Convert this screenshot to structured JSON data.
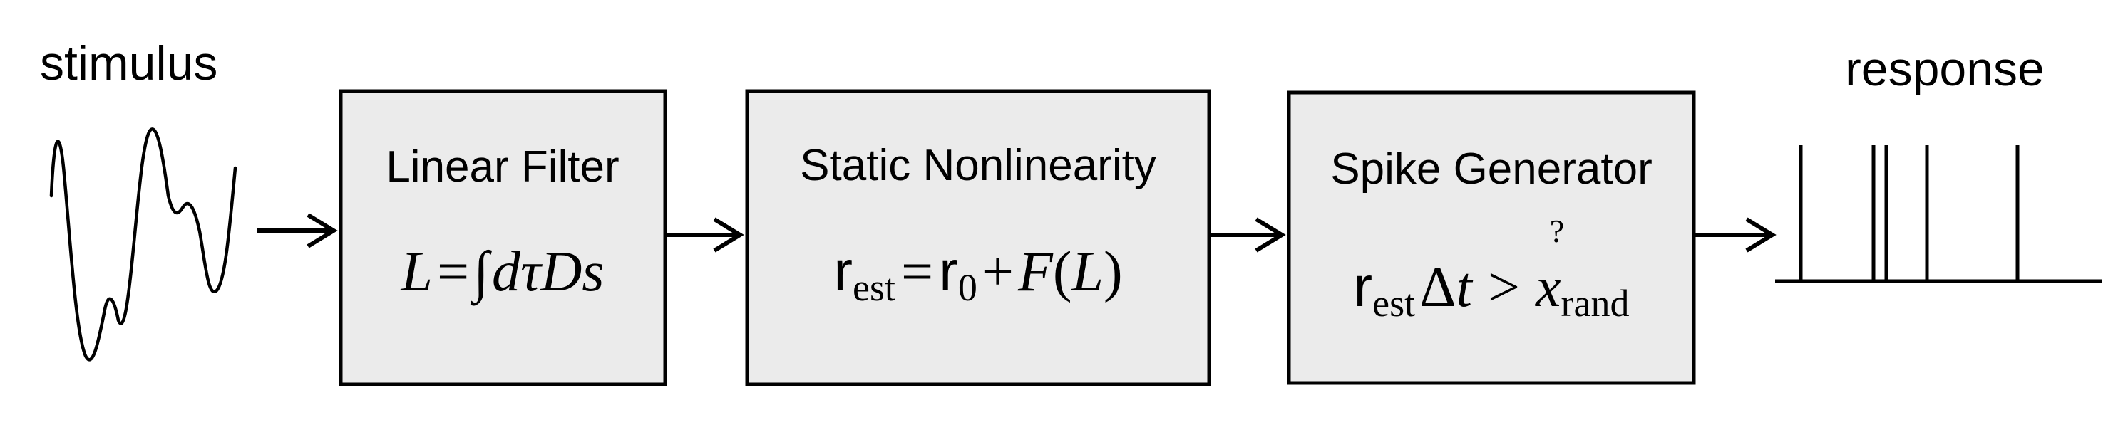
{
  "diagram": {
    "input_label": "stimulus",
    "output_label": "response",
    "blocks": [
      {
        "title": "Linear Filter",
        "equation": {
          "lhs": "L",
          "eq": "=",
          "integral": "∫",
          "body": "dτDs"
        }
      },
      {
        "title": "Static Nonlinearity",
        "equation": {
          "r_main": "r",
          "r_sub": "est",
          "eq": "=",
          "r0_main": "r",
          "r0_sub": "0",
          "plus": "+",
          "func": "F",
          "arg_open": "(",
          "arg": "L",
          "arg_close": ")"
        }
      },
      {
        "title": "Spike Generator",
        "equation": {
          "r_main": "r",
          "r_sub": "est",
          "delta": "Δ",
          "t": "t",
          "question": "?",
          "gt": ">",
          "x_main": "x",
          "x_sub": "rand"
        }
      }
    ]
  }
}
